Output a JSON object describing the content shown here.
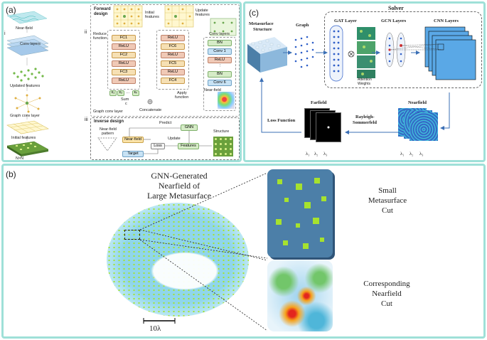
{
  "panels": {
    "a": {
      "label": "(a)",
      "left_items": [
        "Near-field",
        "Conv layers",
        "Updated features",
        "Graph conv layer",
        "Initial features",
        "N×N"
      ],
      "roman": [
        "i",
        "ii",
        "iii"
      ],
      "forward": {
        "title_line1": "Forward",
        "title_line2": "design",
        "initial_features_line1": "Initial",
        "initial_features_line2": "features",
        "update_features_line1": "Update",
        "update_features_line2": "features",
        "reduce_line1": "Reduce",
        "reduce_line2": "function",
        "reduce_stack": [
          "FC1",
          "ReLU",
          "FC2",
          "ReLU",
          "FC3",
          "ReLU"
        ],
        "e_labels": [
          "ε₁",
          "ε₂",
          "···",
          "εₖ"
        ],
        "sum": "Sum",
        "c": "c",
        "concatenate": "Concatenate",
        "graph_conv_layer": "Graph conv layer",
        "apply_stack": [
          "ReLU",
          "FC6",
          "ReLU",
          "FC5",
          "ReLU",
          "FC4"
        ],
        "apply_line1": "Apply",
        "apply_line2": "function",
        "conv_title": "Conv layers",
        "conv_stack": [
          "BN",
          "Conv 1",
          "ReLU",
          "⋮",
          "BN",
          "Conv 6"
        ],
        "near_field": "Near-field"
      },
      "inverse": {
        "title": "Inverse design",
        "pattern_line1": "Near-field",
        "pattern_line2": "pattern",
        "predict": "Predict",
        "gnn": "GNN",
        "near_field": "Near-field",
        "loss": "Loss",
        "update": "Update",
        "features": "Features",
        "structure": "Structure",
        "target": "Target"
      }
    },
    "c": {
      "label": "(c)",
      "solver": "Solver",
      "metasurface_line1": "Metasurface",
      "metasurface_line2": "Structure",
      "graph": "Graph",
      "gat": "GAT Layer",
      "attention_line1": "Attention",
      "attention_line2": "Weights",
      "gcn": "GCN Layers",
      "cnn": "CNN Layers",
      "nearfield": "Nearfield",
      "farfield": "Farfield",
      "rayleigh_line1": "Rayleigh-",
      "rayleigh_line2": "Sommerfeld",
      "loss_function": "Loss Function",
      "lambdas": [
        "λ₁",
        "λ₂",
        "λ₃"
      ]
    },
    "b": {
      "label": "(b)",
      "title_line1": "GNN-Generated",
      "title_line2": "Nearfield of",
      "title_line3": "Large Metasurface",
      "small_line1": "Small",
      "small_line2": "Metasurface",
      "small_line3": "Cut",
      "corr_line1": "Corresponding",
      "corr_line2": "Nearfield",
      "corr_line3": "Cut",
      "scale": "10λ"
    }
  },
  "colors": {
    "panel_border": "#9fe0d8",
    "arrow_blue": "#3b6fb5",
    "metasurface_blue": "#4c7fa8",
    "pillar_green": "#a6e22e"
  }
}
